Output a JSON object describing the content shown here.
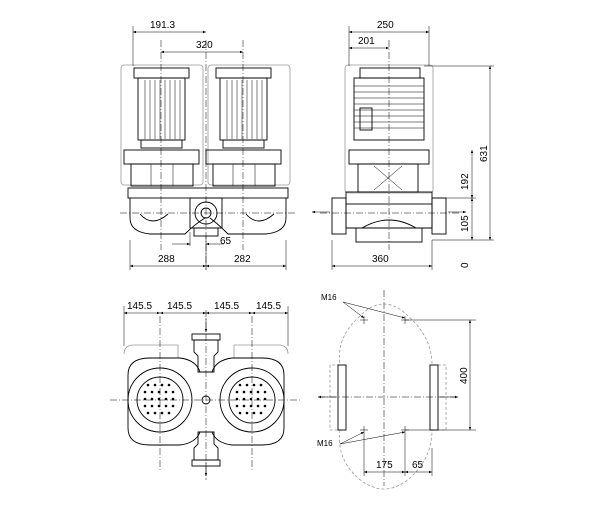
{
  "front_view": {
    "dim_top_left": "191.3",
    "dim_top_span": "320",
    "dim_bottom_left": "288",
    "dim_bottom_right": "282",
    "dim_mid": "65"
  },
  "side_view": {
    "dim_width": "250",
    "dim_offset": "201",
    "dim_bottom": "360",
    "dim_total_height": "631",
    "dim_upper_height": "192",
    "dim_lower_height": "105",
    "dim_zero": "0"
  },
  "plan_view": {
    "dim_a": "145.5",
    "dim_b": "145.5",
    "dim_c": "145.5",
    "dim_d": "145.5"
  },
  "base_view": {
    "bolt_label_top": "M16",
    "bolt_label_bottom": "M16",
    "dim_height": "400",
    "dim_width": "175",
    "dim_edge": "65"
  },
  "icons": [
    "arrow-marker-icon"
  ]
}
